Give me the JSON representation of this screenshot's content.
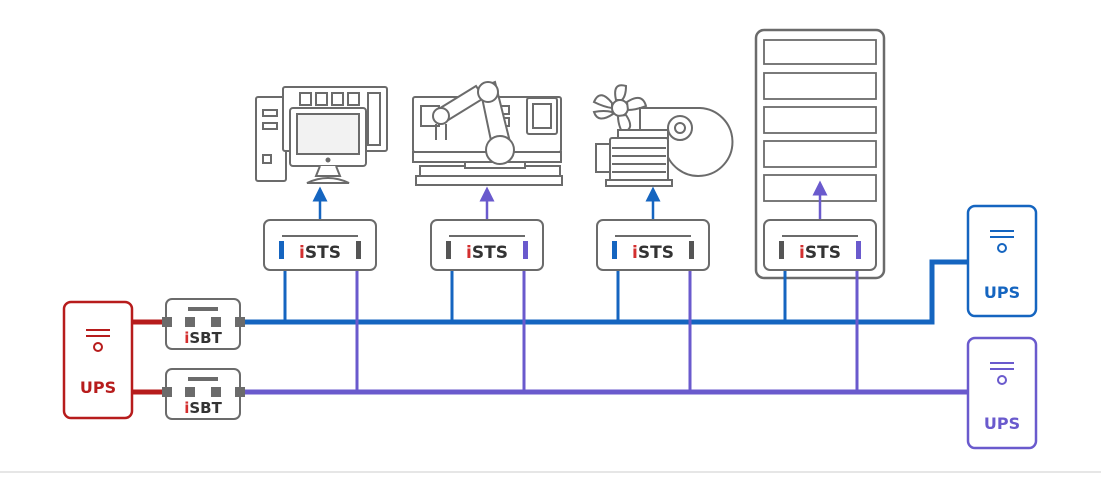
{
  "colors": {
    "feed_a": "#1565c0",
    "feed_b": "#6a5acd",
    "ups_red": "#b71c1c",
    "device_stroke": "#6b6b6b",
    "brand_accent": "#d32f2f",
    "label_dark": "#333333"
  },
  "ups_units": [
    {
      "id": "red",
      "label": "UPS",
      "color": "ups_red"
    },
    {
      "id": "blue",
      "label": "UPS",
      "color": "feed_a"
    },
    {
      "id": "purple",
      "label": "UPS",
      "color": "feed_b"
    }
  ],
  "isbt_units": [
    {
      "prefix": "i",
      "name": "SBT"
    },
    {
      "prefix": "i",
      "name": "SBT"
    }
  ],
  "ists_units": [
    {
      "prefix": "i",
      "name": "STS",
      "output_feed": "feed_a"
    },
    {
      "prefix": "i",
      "name": "STS",
      "output_feed": "feed_b"
    },
    {
      "prefix": "i",
      "name": "STS",
      "output_feed": "feed_a"
    },
    {
      "prefix": "i",
      "name": "STS",
      "output_feed": "feed_b"
    }
  ],
  "loads": [
    {
      "icon": "computer-workstation-icon"
    },
    {
      "icon": "robotic-arm-machine-icon"
    },
    {
      "icon": "fan-motor-icon"
    },
    {
      "icon": "server-rack-icon"
    }
  ]
}
